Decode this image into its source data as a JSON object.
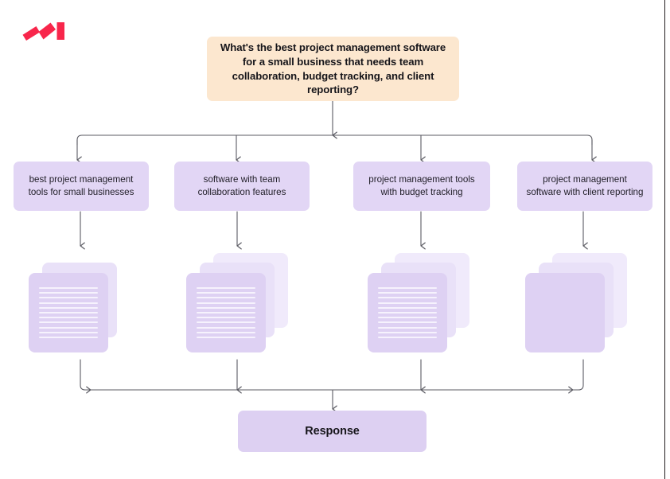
{
  "brand": {
    "logo_name": "brand-logo",
    "logo_color": "#f8264b"
  },
  "colors": {
    "question_bg": "#fce7cf",
    "query_bg": "#e2d6f5",
    "response_bg": "#ddd0f2",
    "card_front": "#ded1f3",
    "card_mid": "#e9e1f8",
    "card_back": "#f0eafb",
    "connector": "#5b5b63",
    "text_dark": "#16151a",
    "page_border": "#231f20"
  },
  "question": {
    "text": "What's the best project management software for a small business that needs team collaboration, budget tracking, and client reporting?"
  },
  "queries": [
    {
      "text": "best project management tools for small businesses"
    },
    {
      "text": "software with team collaboration features"
    },
    {
      "text": "project management tools with budget tracking"
    },
    {
      "text": "project management software with client reporting"
    }
  ],
  "result_stacks": [
    {
      "cards": 2,
      "text_lines": 11
    },
    {
      "cards": 3,
      "text_lines": 11
    },
    {
      "cards": 3,
      "text_lines": 11
    },
    {
      "cards": 3,
      "text_lines": 0
    }
  ],
  "response": {
    "label": "Response"
  }
}
